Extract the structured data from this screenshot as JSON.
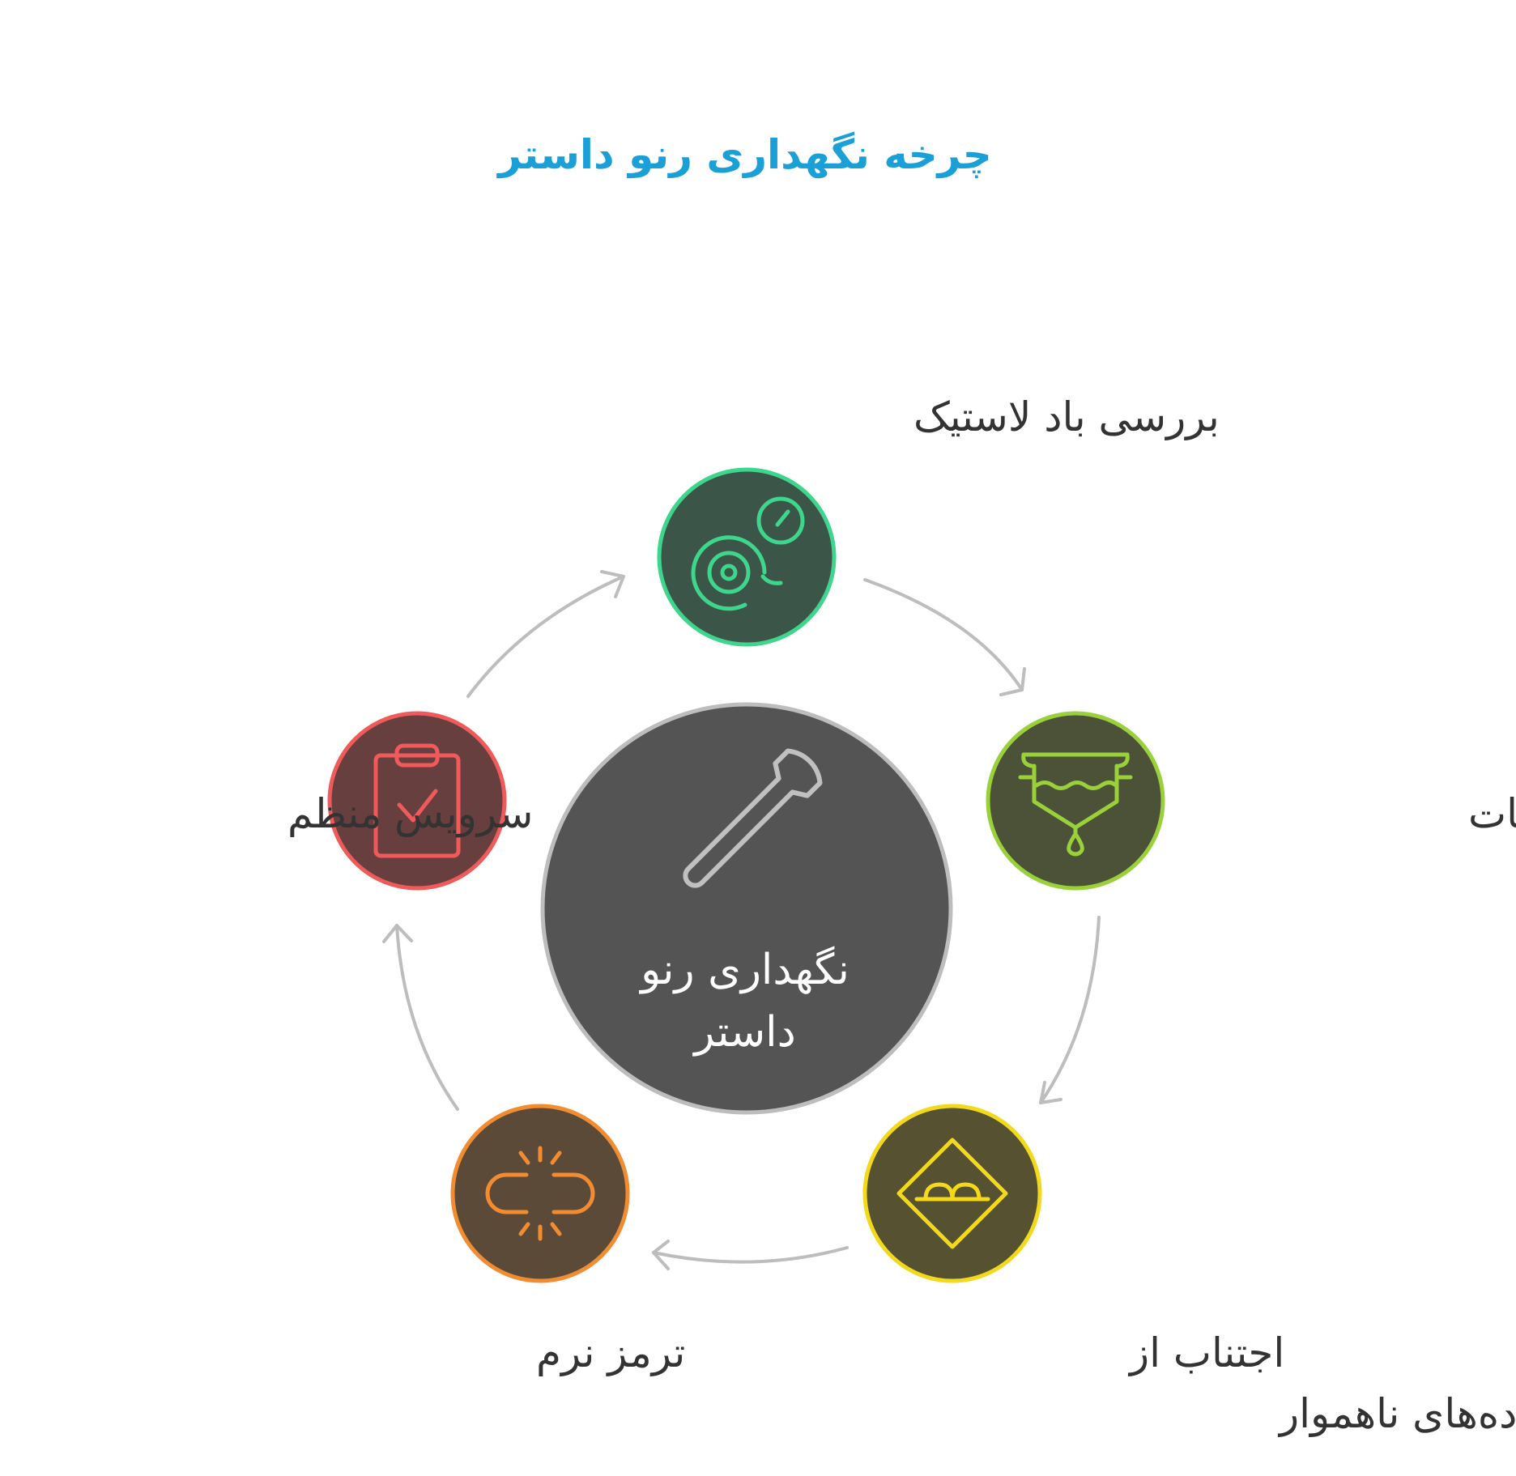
{
  "title": "چرخه نگهداری رنو داستر",
  "center": {
    "line1": "نگهداری رنو",
    "line2": "داستر"
  },
  "nodes": [
    {
      "label_line1": "بررسی باد لاستیک",
      "label_line2": "",
      "icon": "tire-pressure-icon",
      "stroke": "#3dd68c",
      "fill": "#3b5548"
    },
    {
      "label_line1": "بررسی مایعات",
      "label_line2": "",
      "icon": "fluid-filter-icon",
      "stroke": "#9ad13a",
      "fill": "#4b5238"
    },
    {
      "label_line1": "اجتناب از",
      "label_line2": "جاده‌های ناهموار",
      "icon": "bumpy-road-sign-icon",
      "stroke": "#f2d91a",
      "fill": "#555131"
    },
    {
      "label_line1": "ترمز نرم",
      "label_line2": "",
      "icon": "broken-link-icon",
      "stroke": "#f28c30",
      "fill": "#5c4a38"
    },
    {
      "label_line1": "سرویس منظم",
      "label_line2": "",
      "icon": "clipboard-check-icon",
      "stroke": "#f05a5a",
      "fill": "#683f3f"
    }
  ],
  "colors": {
    "title": "#1a9fd6",
    "center_fill": "#545454",
    "center_stroke": "#bdbdbd",
    "arrow": "#bdbdbd"
  }
}
